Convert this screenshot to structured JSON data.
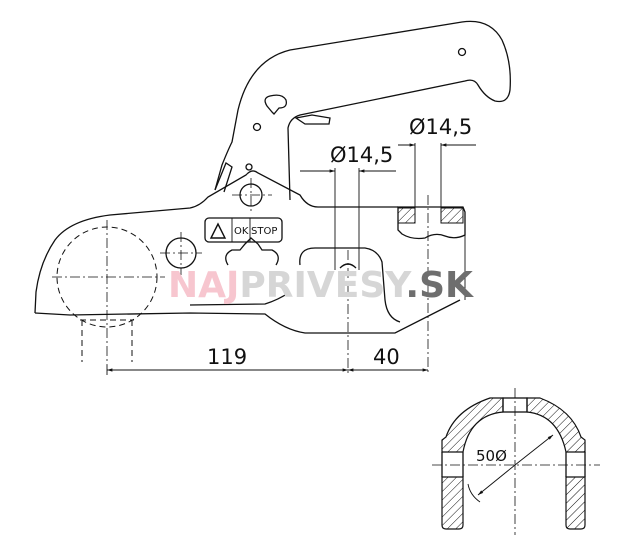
{
  "dimensions": {
    "hole_diameter_1": "Ø14,5",
    "hole_diameter_2": "Ø14,5",
    "length_119": "119",
    "length_40": "40",
    "section_diameter": "50Ø"
  },
  "label_plate": {
    "warning_icon": "warning-triangle-icon",
    "ok": "OK",
    "stop": "STOP"
  },
  "watermark": {
    "part1": "NAJ",
    "part2": "PRIVESY",
    "part3": ".SK",
    "colors": {
      "part1": "#f7c6cf",
      "part2": "#d6d6d6",
      "part3": "#6e6e6e"
    }
  }
}
